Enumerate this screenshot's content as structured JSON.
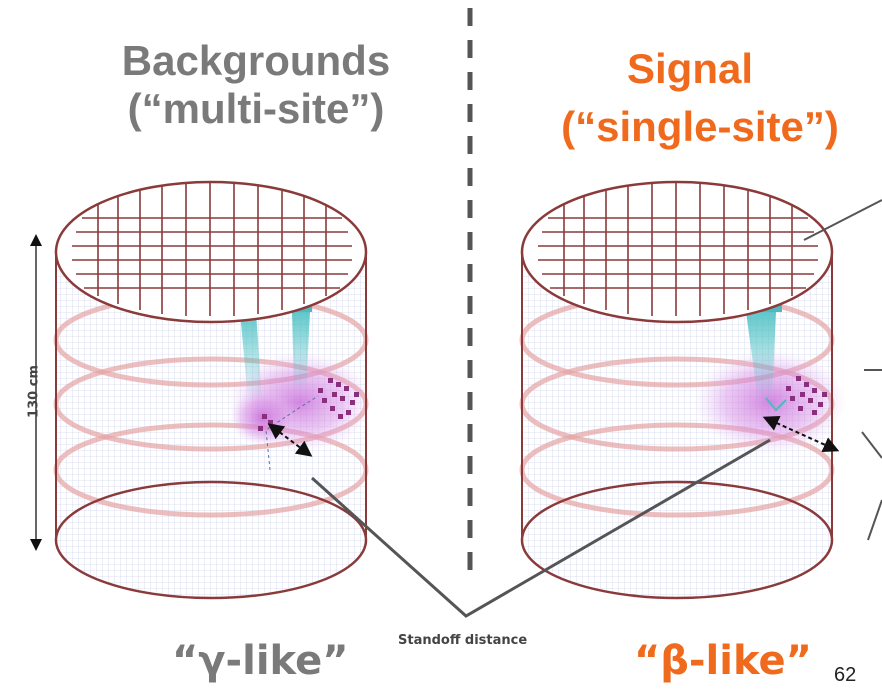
{
  "left_panel": {
    "title_line1": "Backgrounds",
    "title_line2": "(“multi-site”)",
    "bottom_label": "“γ-like”"
  },
  "right_panel": {
    "title_line1": "Signal",
    "title_line2": "(“single-site”)",
    "bottom_label": "“β-like”"
  },
  "height_label": "130 cm",
  "standoff_label": "Standoff distance",
  "page_number": "62",
  "colors": {
    "gray_title": "#7a7a7a",
    "orange_title": "#f06a1e",
    "cylinder": "#9b4a4a",
    "mesh": "#b8c0e0",
    "cloud": "#c86bd8",
    "teal": "#4fc1c4"
  }
}
